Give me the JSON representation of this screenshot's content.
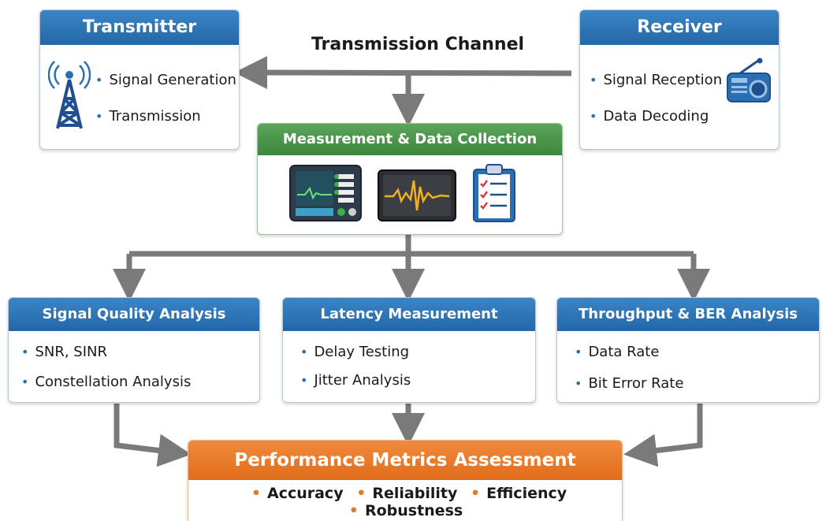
{
  "channel": {
    "title": "Transmission Channel"
  },
  "transmitter": {
    "title": "Transmitter",
    "items": [
      "Signal Generation",
      "Transmission"
    ],
    "icon": "radio-tower-icon"
  },
  "receiver": {
    "title": "Receiver",
    "items": [
      "Signal Reception",
      "Data Decoding"
    ],
    "icon": "radio-receiver-icon"
  },
  "measurement": {
    "title": "Measurement & Data Collection",
    "icons": [
      "spectrum-analyzer-icon",
      "oscilloscope-icon",
      "checklist-clipboard-icon"
    ]
  },
  "analyses": [
    {
      "title": "Signal Quality Analysis",
      "items": [
        "SNR, SINR",
        "Constellation Analysis"
      ]
    },
    {
      "title": "Latency Measurement",
      "items": [
        "Delay Testing",
        "Jitter Analysis"
      ]
    },
    {
      "title": "Throughput & BER Analysis",
      "items": [
        "Data Rate",
        "Bit Error Rate"
      ]
    }
  ],
  "assessment": {
    "title": "Performance Metrics Assessment",
    "metrics": [
      "Accuracy",
      "Reliability",
      "Efficiency",
      "Robustness"
    ]
  },
  "colors": {
    "blue": "#2a6fb2",
    "green": "#4a974a",
    "orange": "#e8782a",
    "arrow": "#7a7a7a"
  }
}
